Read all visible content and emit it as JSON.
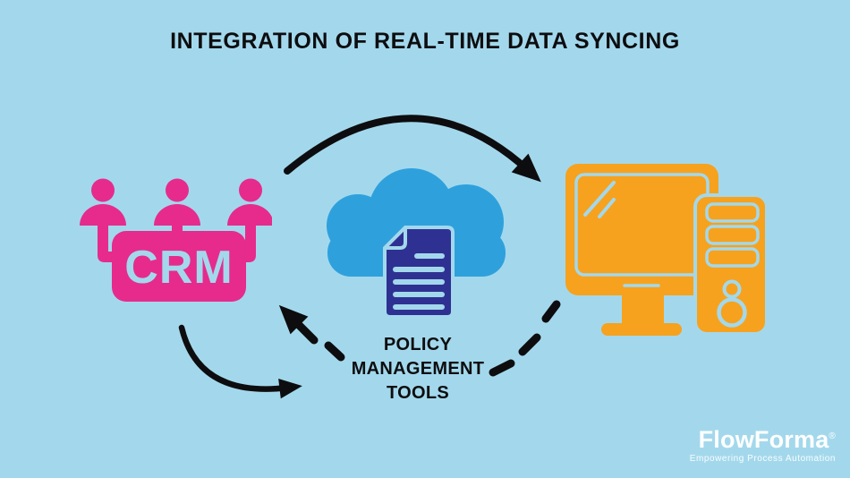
{
  "title": "INTEGRATION OF REAL-TIME DATA SYNCING",
  "colors": {
    "background": "#A3D8EC",
    "pink": "#E62B8D",
    "cloud_blue": "#2EA1DD",
    "navy": "#2E3192",
    "orange": "#F6A21E",
    "ink": "#0D0D0F",
    "white": "#FFFFFF"
  },
  "diagram": {
    "crm": {
      "label": "CRM",
      "icon": "crm-team-icon"
    },
    "policy_tools": {
      "line1": "POLICY",
      "line2": "MANAGEMENT",
      "line3": "TOOLS",
      "icon": "cloud-document-icon"
    },
    "computer": {
      "icon": "desktop-computer-icon"
    },
    "arrows": {
      "top": "solid-curved-arrow-crm-to-computer",
      "bottom_left": "solid-curved-arrow-crm-to-policy",
      "dashed_left": "dashed-arrow-policy-to-crm",
      "dashed_right": "dashed-line-policy-to-computer"
    }
  },
  "branding": {
    "name": "FlowForma",
    "registered": "®",
    "tagline": "Empowering Process Automation"
  }
}
